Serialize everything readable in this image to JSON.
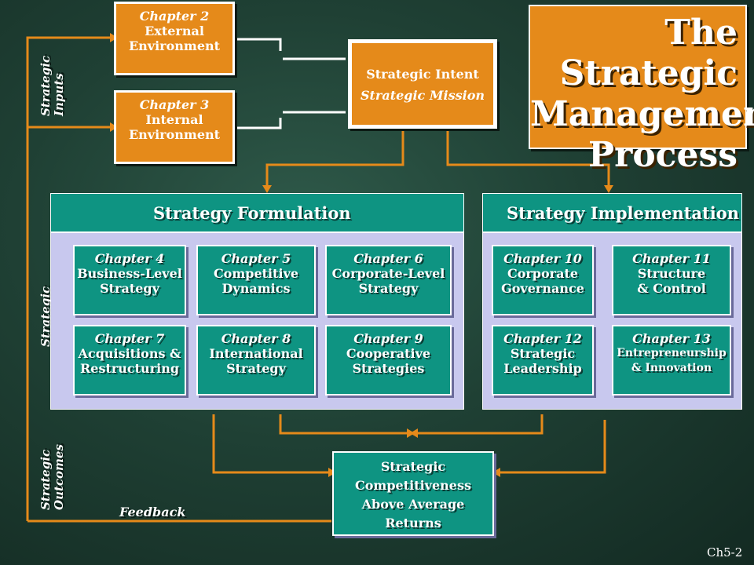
{
  "title": "The Strategic\nManagement\nProcess",
  "inputs": [
    {
      "chapter": "Chapter 2",
      "name": "External\nEnvironment"
    },
    {
      "chapter": "Chapter 3",
      "name": "Internal\nEnvironment"
    }
  ],
  "intent": {
    "line1": "Strategic Intent",
    "line2": "Strategic Mission"
  },
  "formulation": {
    "header": "Strategy Formulation",
    "chapters": [
      {
        "chapter": "Chapter 4",
        "name": "Business-Level\nStrategy"
      },
      {
        "chapter": "Chapter 5",
        "name": "Competitive\nDynamics"
      },
      {
        "chapter": "Chapter 6",
        "name": "Corporate-Level\nStrategy"
      },
      {
        "chapter": "Chapter 7",
        "name": "Acquisitions &\nRestructuring"
      },
      {
        "chapter": "Chapter 8",
        "name": "International\nStrategy"
      },
      {
        "chapter": "Chapter 9",
        "name": "Cooperative\nStrategies"
      }
    ]
  },
  "implementation": {
    "header": "Strategy Implementation",
    "chapters": [
      {
        "chapter": "Chapter 10",
        "name": "Corporate\nGovernance"
      },
      {
        "chapter": "Chapter 11",
        "name": "Structure\n& Control"
      },
      {
        "chapter": "Chapter 12",
        "name": "Strategic\nLeadership"
      },
      {
        "chapter": "Chapter 13",
        "name": "Entrepreneurship\n& Innovation"
      }
    ]
  },
  "outcome": "Strategic\nCompetitiveness\nAbove Average\nReturns",
  "side_labels": {
    "inputs": "Strategic\nInputs",
    "actions": "Strategic\nActions",
    "outcomes": "Strategic\nOutcomes"
  },
  "feedback": "Feedback",
  "slide_number": "Ch5-2",
  "colors": {
    "accent": "#e58a1a",
    "teal": "#0e9482",
    "panel": "#c8c8ee"
  }
}
